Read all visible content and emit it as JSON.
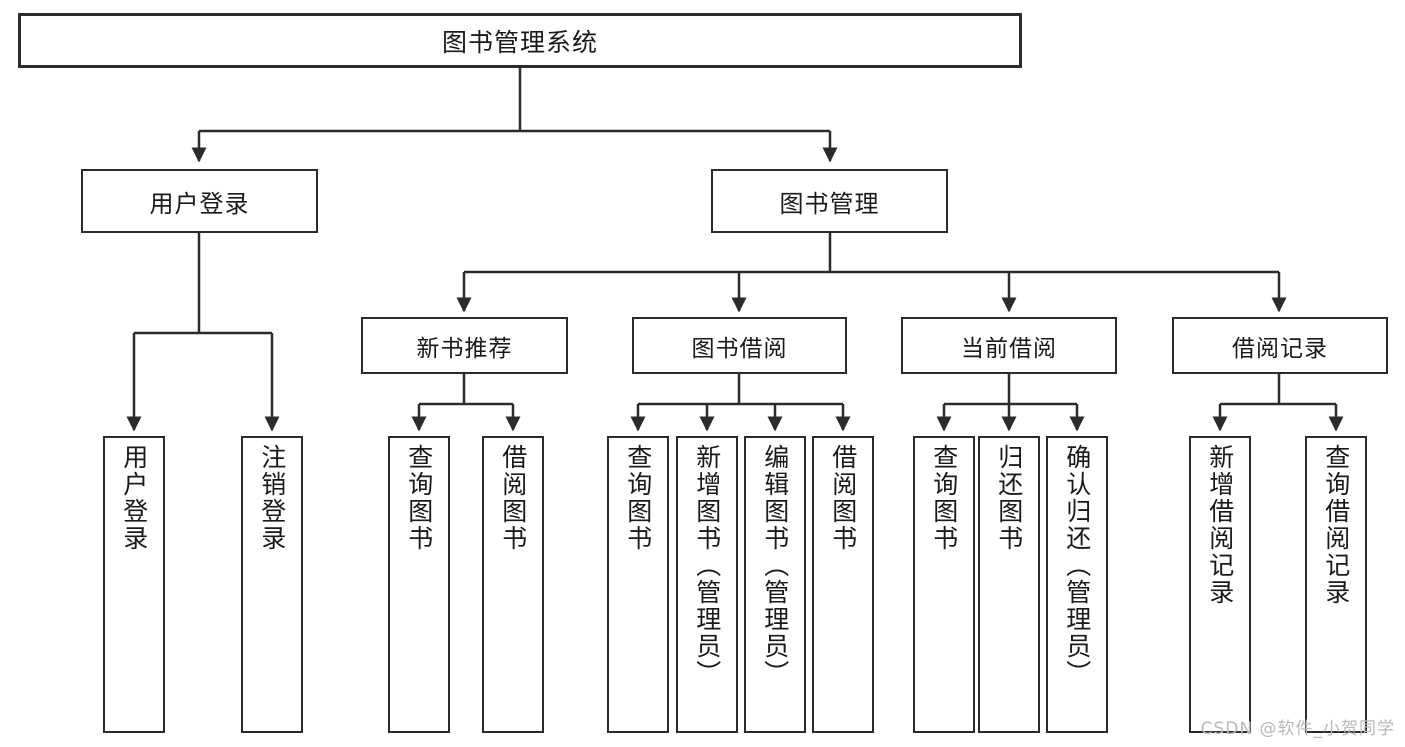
{
  "diagram": {
    "title": "图书管理系统",
    "type": "tree-hierarchy",
    "root": {
      "id": "root",
      "label": "图书管理系统"
    },
    "level2": [
      {
        "id": "user-login",
        "label": "用户登录"
      },
      {
        "id": "book-management",
        "label": "图书管理"
      }
    ],
    "level3": [
      {
        "id": "new-book-recommend",
        "label": "新书推荐",
        "parent": "book-management"
      },
      {
        "id": "book-borrow",
        "label": "图书借阅",
        "parent": "book-management"
      },
      {
        "id": "current-borrow",
        "label": "当前借阅",
        "parent": "book-management"
      },
      {
        "id": "borrow-record",
        "label": "借阅记录",
        "parent": "book-management"
      }
    ],
    "leaves": [
      {
        "id": "leaf-user-login",
        "label": "用户登录",
        "parent": "user-login"
      },
      {
        "id": "leaf-logout",
        "label": "注销登录",
        "parent": "user-login"
      },
      {
        "id": "leaf-query-book-1",
        "label": "查询图书",
        "parent": "new-book-recommend"
      },
      {
        "id": "leaf-borrow-book-1",
        "label": "借阅图书",
        "parent": "new-book-recommend"
      },
      {
        "id": "leaf-query-book-2",
        "label": "查询图书",
        "parent": "book-borrow"
      },
      {
        "id": "leaf-add-book",
        "label": "新增图书（管理员）",
        "parent": "book-borrow"
      },
      {
        "id": "leaf-edit-book",
        "label": "编辑图书（管理员）",
        "parent": "book-borrow"
      },
      {
        "id": "leaf-borrow-book-2",
        "label": "借阅图书",
        "parent": "book-borrow"
      },
      {
        "id": "leaf-query-book-3",
        "label": "查询图书",
        "parent": "current-borrow"
      },
      {
        "id": "leaf-return-book",
        "label": "归还图书",
        "parent": "current-borrow"
      },
      {
        "id": "leaf-confirm-return",
        "label": "确认归还（管理员）",
        "parent": "current-borrow"
      },
      {
        "id": "leaf-add-record",
        "label": "新增借阅记录",
        "parent": "borrow-record"
      },
      {
        "id": "leaf-query-record",
        "label": "查询借阅记录",
        "parent": "borrow-record"
      }
    ],
    "colors": {
      "stroke": "#2b2b2b",
      "fill": "#ffffff",
      "text": "#1a1a1a",
      "watermark": "#b9b9b9"
    }
  },
  "watermark": {
    "text": "CSDN @软件_小贺同学"
  }
}
